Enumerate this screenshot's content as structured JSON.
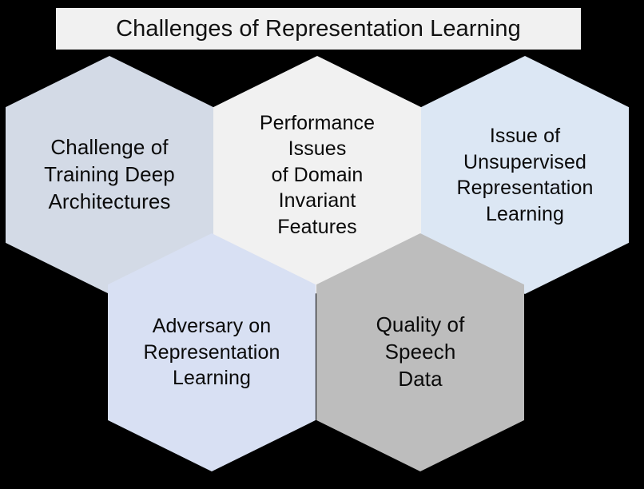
{
  "title": {
    "text": "Challenges of Representation Learning",
    "background_color": "#f1f1f1",
    "text_color": "#111111"
  },
  "background_color": "#000000",
  "diagram": {
    "type": "honeycomb",
    "shape": "hexagon",
    "nodes": [
      {
        "id": "challenge-training-deep-architectures",
        "label": "Challenge of\nTraining Deep\nArchitectures",
        "fill_color": "#d3dae6",
        "row": "top",
        "column": 1
      },
      {
        "id": "performance-issues-domain-invariant-features",
        "label": "Performance\nIssues\nof Domain\nInvariant\nFeatures",
        "fill_color": "#f1f1f1",
        "row": "top",
        "column": 2
      },
      {
        "id": "issue-unsupervised-representation-learning",
        "label": "Issue of\nUnsupervised\nRepresentation\nLearning",
        "fill_color": "#dce7f4",
        "row": "top",
        "column": 3
      },
      {
        "id": "adversary-representation-learning",
        "label": "Adversary on\nRepresentation\nLearning",
        "fill_color": "#d8e0f3",
        "row": "bottom",
        "column": 1
      },
      {
        "id": "quality-speech-data",
        "label": "Quality of\nSpeech\nData",
        "fill_color": "#bdbdbd",
        "row": "bottom",
        "column": 2
      }
    ]
  }
}
